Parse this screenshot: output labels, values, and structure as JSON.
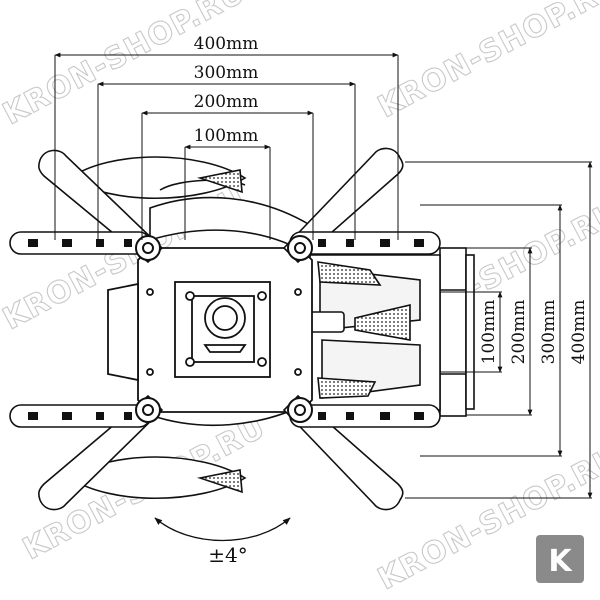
{
  "dimensions": {
    "horizontal": [
      "400mm",
      "300mm",
      "200mm",
      "100mm"
    ],
    "vertical": [
      "100mm",
      "200mm",
      "300mm",
      "400mm"
    ]
  },
  "rotation": {
    "label": "±4°"
  },
  "watermark": {
    "text": "KRON-SHOP.RU"
  },
  "badge": {
    "letter": "K"
  },
  "colors": {
    "ink": "#111111",
    "watermark": "#c9c9c9",
    "badge": "#8a8a8a"
  }
}
